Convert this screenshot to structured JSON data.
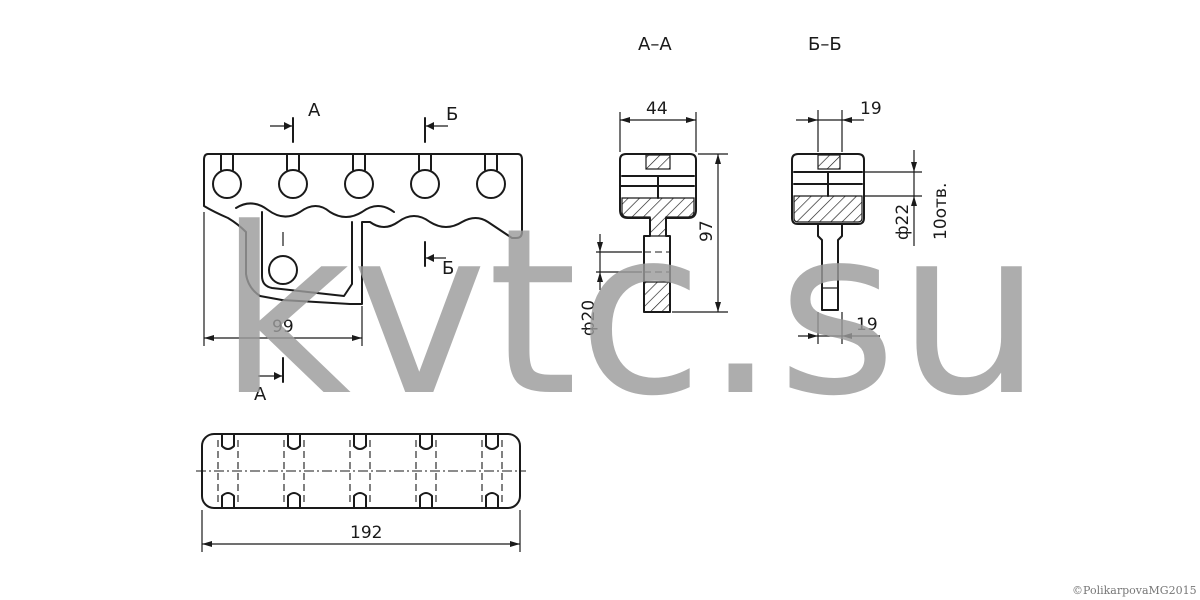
{
  "views": {
    "section_aa_title": "А–А",
    "section_bb_title": "Б–Б"
  },
  "section_marks": {
    "a_top": "А",
    "a_bottom": "А",
    "b_top": "Б",
    "b_bottom": "Б"
  },
  "dimensions": {
    "width_99": "99",
    "length_192": "192",
    "aa_width_44": "44",
    "aa_height_97": "97",
    "aa_hole_d20": "ф20",
    "bb_width_19_top": "19",
    "bb_width_19_bottom": "19",
    "bb_hole_d22": "ф22",
    "bb_holes_count": "10отв."
  },
  "watermark": "kvtc.su",
  "copyright": "©PolikarpovaMG2015"
}
